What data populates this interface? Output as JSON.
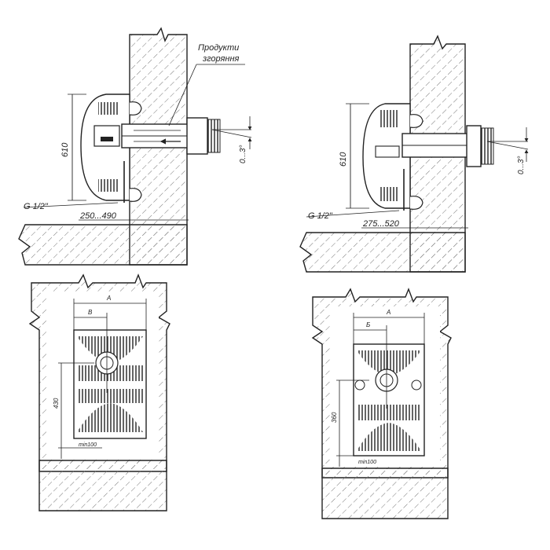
{
  "labels": {
    "combustion_products_line1": "Продукти",
    "combustion_products_line2": "згоряння",
    "height_left": "610",
    "height_right": "610",
    "pipe_thread_left": "G 1/2\"",
    "pipe_thread_right": "G 1/2\"",
    "range_left": "250...490",
    "range_right": "275...520",
    "slope_left": "0...3°",
    "slope_right": "0...3°",
    "dim_a_left": "A",
    "dim_b_left": "B",
    "dim_a_right": "A",
    "dim_b_right": "Б",
    "height_front_left": "430",
    "height_front_right": "360",
    "min_left": "min100",
    "min_right": "min100"
  },
  "colors": {
    "line": "#222222",
    "hatch": "#555555",
    "fill": "#ffffff"
  }
}
